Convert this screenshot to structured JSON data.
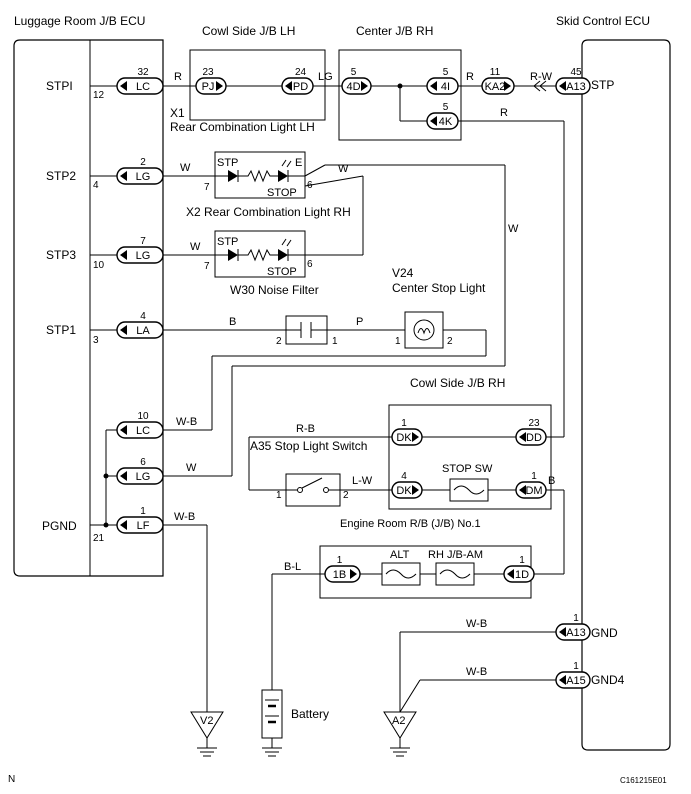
{
  "components": {
    "luggage_ecu": "Luggage Room J/B ECU",
    "cowl_lh": "Cowl Side J/B LH",
    "center_jb": "Center J/B RH",
    "skid_ecu": "Skid Control ECU",
    "x1": "X1",
    "x1_name": "Rear Combination Light LH",
    "x2": "X2 Rear Combination Light RH",
    "w30": "W30 Noise Filter",
    "v24": "V24",
    "v24_name": "Center Stop Light",
    "cowl_rh": "Cowl Side J/B RH",
    "a35": "A35 Stop Light Switch",
    "engine_rb": "Engine Room R/B (J/B) No.1",
    "stop_sw": "STOP SW",
    "alt": "ALT",
    "rh_am": "RH J/B-AM",
    "battery": "Battery"
  },
  "ecu_pins": {
    "stpi": "STPI",
    "stpi_no": "12",
    "stp2": "STP2",
    "stp2_no": "4",
    "stp3": "STP3",
    "stp3_no": "10",
    "stp1": "STP1",
    "stp1_no": "3",
    "pgnd": "PGND",
    "pgnd_no": "21",
    "stp": "STP",
    "gnd": "GND",
    "gnd4": "GND4"
  },
  "connectors": {
    "lc1": "LC",
    "lc1_no": "32",
    "lg1": "LG",
    "lg1_no": "2",
    "lg2": "LG",
    "lg2_no": "7",
    "la": "LA",
    "la_no": "4",
    "lc2": "LC",
    "lc2_no": "10",
    "lg3": "LG",
    "lg3_no": "6",
    "lf": "LF",
    "lf_no": "1",
    "pj": "PJ",
    "pj_no": "23",
    "pd": "PD",
    "pd_no": "24",
    "c4d": "4D",
    "c4d_no": "5",
    "c4i": "4I",
    "c4i_no": "5",
    "c4k": "4K",
    "c4k_no": "5",
    "ka2": "KA2",
    "ka2_no": "11",
    "a13a": "A13",
    "a13a_no": "45",
    "dk1": "DK",
    "dk1_no": "1",
    "dd": "DD",
    "dd_no": "23",
    "dk2": "DK",
    "dk2_no": "4",
    "dm": "DM",
    "dm_no": "1",
    "b1b": "1B",
    "b1b_no": "1",
    "b1d": "1D",
    "b1d_no": "1",
    "a13b": "A13",
    "a13b_no": "1",
    "a15": "A15",
    "a15_no": "1",
    "v2": "V2",
    "a2": "A2"
  },
  "lamp_labels": {
    "stp_a": "STP",
    "e_a": "E",
    "stop_a": "STOP",
    "pin7_a": "7",
    "pin6_a": "6",
    "stp_b": "STP",
    "stop_b": "STOP",
    "pin7_b": "7",
    "pin6_b": "6",
    "v24_p1": "1",
    "v24_p2": "2",
    "w30_p2": "2",
    "w30_p1": "1",
    "a35_p1": "1",
    "a35_p2": "2"
  },
  "wire_colors": {
    "r1": "R",
    "lg": "LG",
    "r2": "R",
    "rw": "R-W",
    "r3": "R",
    "w1": "W",
    "w2": "W",
    "w3": "W",
    "w4": "W",
    "b1": "B",
    "p": "P",
    "wb1": "W-B",
    "w5": "W",
    "wb2": "W-B",
    "rb": "R-B",
    "lw": "L-W",
    "b2": "B",
    "bl": "B-L",
    "wb3": "W-B",
    "wb4": "W-B"
  },
  "footer": {
    "left": "N",
    "right": "C161215E01"
  }
}
